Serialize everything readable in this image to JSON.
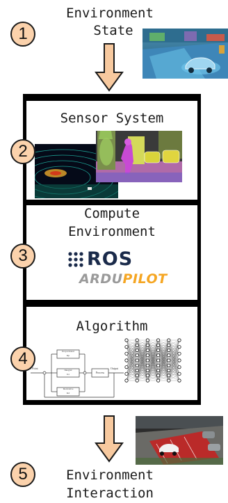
{
  "steps": [
    {
      "number": "1",
      "label_line1": "Environment",
      "label_line2": "State"
    },
    {
      "number": "2",
      "label": "Sensor System"
    },
    {
      "number": "3",
      "label_line1": "Compute",
      "label_line2": "Environment"
    },
    {
      "number": "4",
      "label": "Algorithm"
    },
    {
      "number": "5",
      "label_line1": "Environment",
      "label_line2": "Interaction"
    }
  ],
  "logos": {
    "ros": "ROS",
    "ardupilot_a": "ARDU",
    "ardupilot_b": "PILOT"
  },
  "pid": {
    "setpoint": "Set Point",
    "proportional": "Proportional",
    "kp": "Kp",
    "integral": "Integral",
    "ki": "Ki",
    "derivative": "Derivative",
    "kd": "Kd",
    "process": "Process",
    "output": "Output"
  },
  "colors": {
    "badge": "#fbd2ac",
    "arrow": "#f7c99f",
    "ardu": "#9a9a9a",
    "pilot": "#f5a623",
    "ros": "#1a2a4a"
  }
}
